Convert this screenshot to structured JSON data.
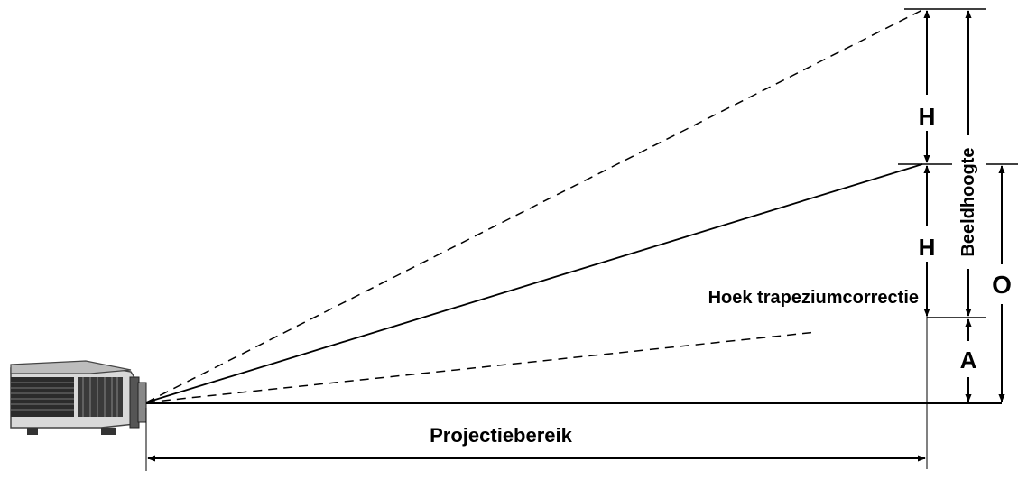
{
  "labels": {
    "h_top": "H",
    "h_bottom": "H",
    "image_height": "Beeldhoogte",
    "offset": "O",
    "a": "A",
    "keystone_angle": "Hoek trapeziumcorrectie",
    "throw_distance": "Projectiebereik"
  },
  "icons": {
    "projector": "projector-icon"
  },
  "colors": {
    "line": "#000000",
    "background": "#ffffff"
  }
}
